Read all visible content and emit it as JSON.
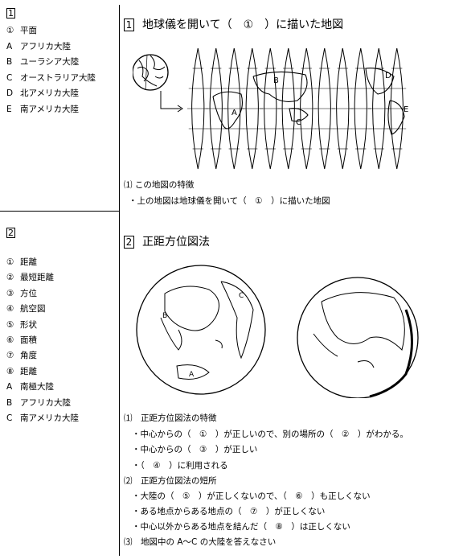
{
  "sidebar": {
    "s1": {
      "number": "1",
      "answers": [
        {
          "key": "①",
          "text": "平面"
        },
        {
          "key": "A",
          "text": "アフリカ大陸"
        },
        {
          "key": "B",
          "text": "ユーラシア大陸"
        },
        {
          "key": "C",
          "text": "オーストラリア大陸"
        },
        {
          "key": "D",
          "text": "北アメリカ大陸"
        },
        {
          "key": "E",
          "text": "南アメリカ大陸"
        }
      ]
    },
    "s2": {
      "number": "2",
      "answers": [
        {
          "key": "①",
          "text": "距離"
        },
        {
          "key": "②",
          "text": "最短距離"
        },
        {
          "key": "③",
          "text": "方位"
        },
        {
          "key": "④",
          "text": "航空図"
        },
        {
          "key": "⑤",
          "text": "形状"
        },
        {
          "key": "⑥",
          "text": "面積"
        },
        {
          "key": "⑦",
          "text": "角度"
        },
        {
          "key": "⑧",
          "text": "距離"
        },
        {
          "key": "A",
          "text": "南極大陸"
        },
        {
          "key": "B",
          "text": "アフリカ大陸"
        },
        {
          "key": "C",
          "text": "南アメリカ大陸"
        }
      ]
    }
  },
  "section1": {
    "number": "1",
    "title": "地球儀を開いて（　①　）に描いた地図",
    "map_labels": [
      "A",
      "B",
      "C",
      "D",
      "E"
    ],
    "q1": "⑴ この地図の特徴",
    "q1_line": "・上の地図は地球儀を開いて（　①　）に描いた地図"
  },
  "section2": {
    "number": "2",
    "title": "正距方位図法",
    "map_labels": [
      "A",
      "B",
      "C"
    ],
    "lines": [
      "⑴　正距方位図法の特徴",
      "・中心からの（　①　）が正しいので、別の場所の（　②　）がわかる。",
      "・中心からの（　③　）が正しい",
      "・（　④　）に利用される",
      "⑵　正距方位図法の短所",
      "・大陸の（　⑤　）が正しくないので、（　⑥　）も正しくない",
      "・ある地点からある地点の（　⑦　）が正しくない",
      "・中心以外からある地点を結んだ（　⑧　）は正しくない",
      "⑶　地図中の A～C の大陸を答えなさい"
    ]
  }
}
